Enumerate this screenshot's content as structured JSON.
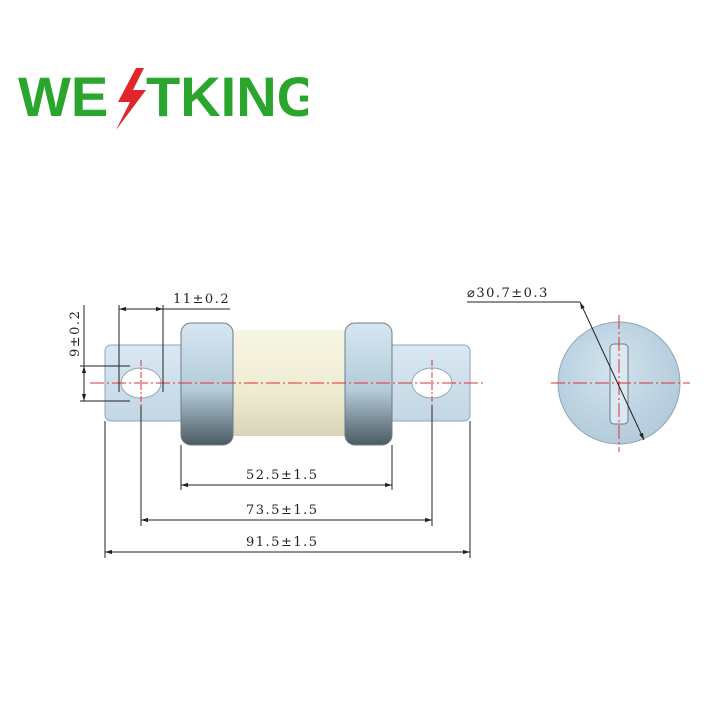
{
  "logo": {
    "text": "WESTKING",
    "prefix": "WE",
    "suffix": "TKING",
    "text_color": "#2aa52e",
    "bolt_color": "#e0262b"
  },
  "dimensions": {
    "tab_width": "11±0.2",
    "slot_height": "9±0.2",
    "body_length": "52.5±1.5",
    "hole_center_distance": "73.5±1.5",
    "overall_length": "91.5±1.5",
    "end_diameter": "⌀30.7±0.3"
  },
  "colors": {
    "end_cap": "#c7dbe8",
    "ceramic_body": "#f4f1dc",
    "centerline": "#e03030",
    "dimension_line": "#222222"
  }
}
